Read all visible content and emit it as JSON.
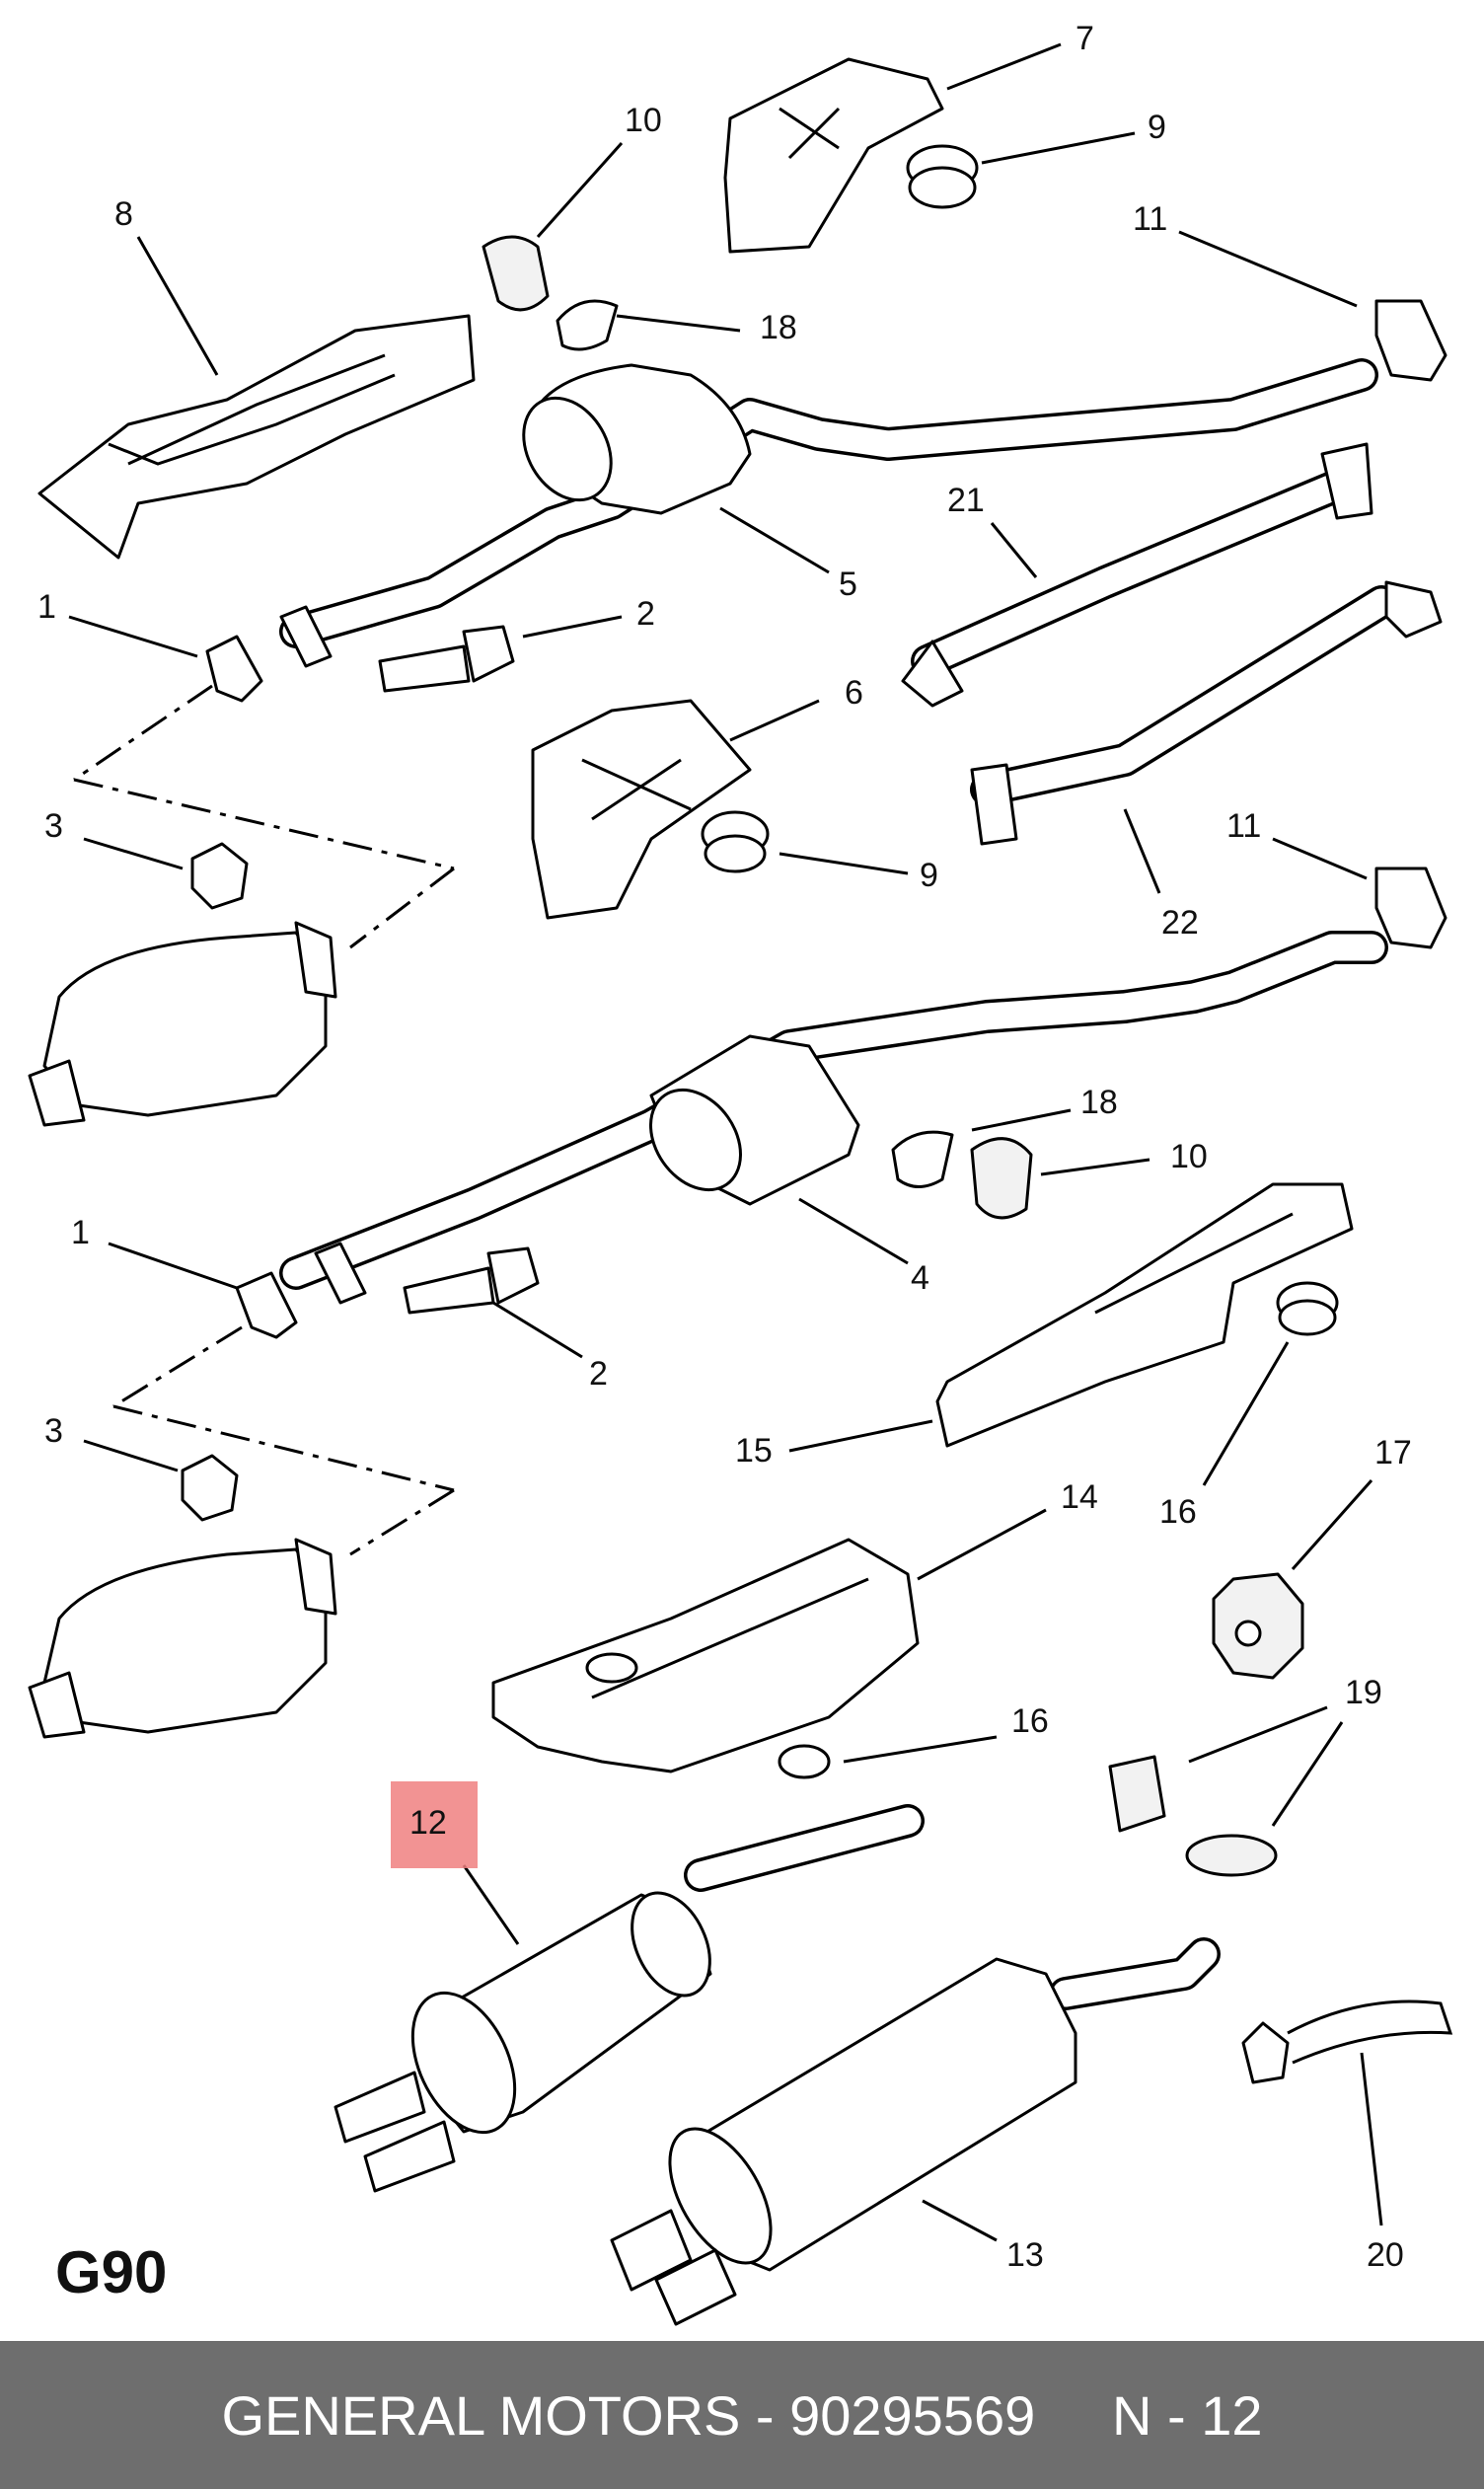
{
  "diagram": {
    "code": "G90",
    "highlighted_callout": "12",
    "callouts": [
      "7",
      "9",
      "10",
      "11",
      "8",
      "18",
      "21",
      "5",
      "1",
      "2",
      "6",
      "3",
      "9",
      "11",
      "22",
      "18",
      "10",
      "1",
      "4",
      "2",
      "15",
      "16",
      "17",
      "3",
      "14",
      "16",
      "19",
      "12",
      "13",
      "20"
    ]
  },
  "footer": {
    "text": "GENERAL MOTORS - 90295569     N - 12"
  }
}
